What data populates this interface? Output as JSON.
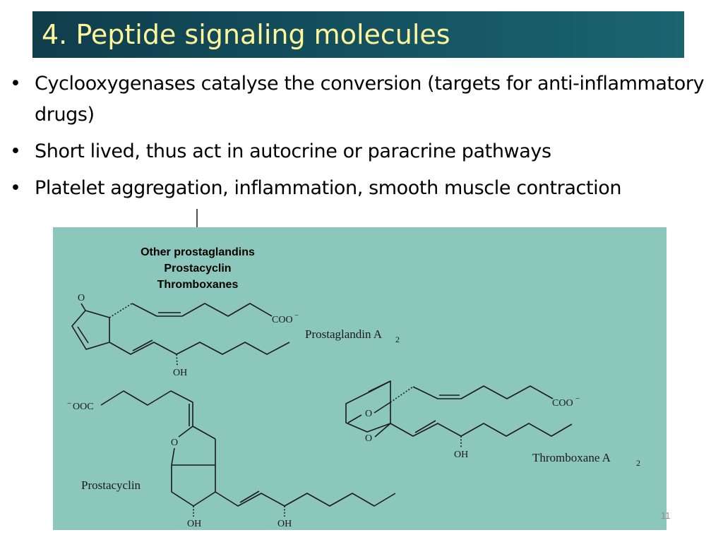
{
  "slide": {
    "title": "4. Peptide signaling molecules",
    "bullets": [
      {
        "marker": "•",
        "text": "Cyclooxygenases catalyse the conversion (targets for anti-inflammatory drugs)"
      },
      {
        "marker": "•",
        "text": "Short lived, thus act in autocrine or paracrine pathways"
      },
      {
        "marker": "•",
        "text": "Platelet aggregation, inflammation, smooth muscle contraction"
      }
    ],
    "slide_number": "11"
  },
  "figure": {
    "header_lines": [
      "Other prostaglandins",
      "Prostacyclin",
      "Thromboxanes"
    ],
    "prostaglandin_a2": {
      "name": "Prostaglandin A",
      "subscript": "2",
      "carbonyl_o": "O",
      "carboxylate": "COO",
      "charge": "−",
      "hydroxyl": "OH"
    },
    "prostacyclin": {
      "name": "Prostacyclin",
      "carboxylate_prefix": "−",
      "carboxylate": "OOC",
      "ring_o": "O",
      "hydroxyl_ring": "OH",
      "hydroxyl_chain": "OH"
    },
    "thromboxane_a2": {
      "name": "Thromboxane A",
      "subscript": "2",
      "ring_o_top": "O",
      "ring_o_bottom": "O",
      "carboxylate": "COO",
      "charge": "−",
      "hydroxyl": "OH"
    }
  }
}
